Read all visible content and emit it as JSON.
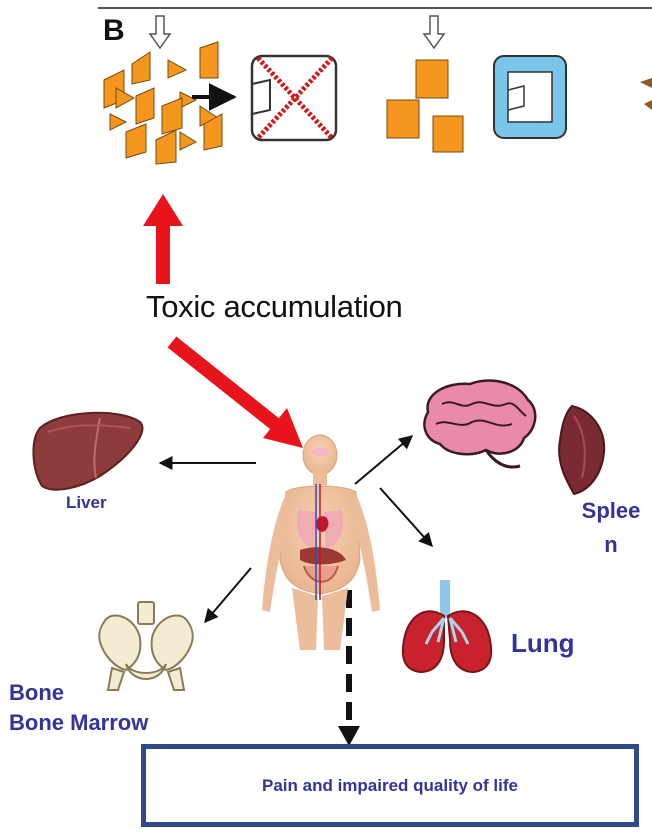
{
  "panel_letter": "B",
  "mechanism_label": "Toxic accumulation",
  "organs": {
    "liver": "Liver",
    "spleen_line1": "Splee",
    "spleen_line2": "n",
    "lung": "Lung",
    "bone_line1": "Bone",
    "bone_line2": "Bone Marrow"
  },
  "outcome": "Pain and impaired quality of life",
  "colors": {
    "substrate": "#f5961e",
    "lysosome_blue": "#79c6ea",
    "red_arrow": "#e8141c",
    "label_blue": "#333399",
    "box_border": "#2f4a88",
    "liver": "#8e3b3b",
    "brain": "#e88aa8",
    "lung": "#c8232c",
    "spleen": "#7a2a33"
  }
}
